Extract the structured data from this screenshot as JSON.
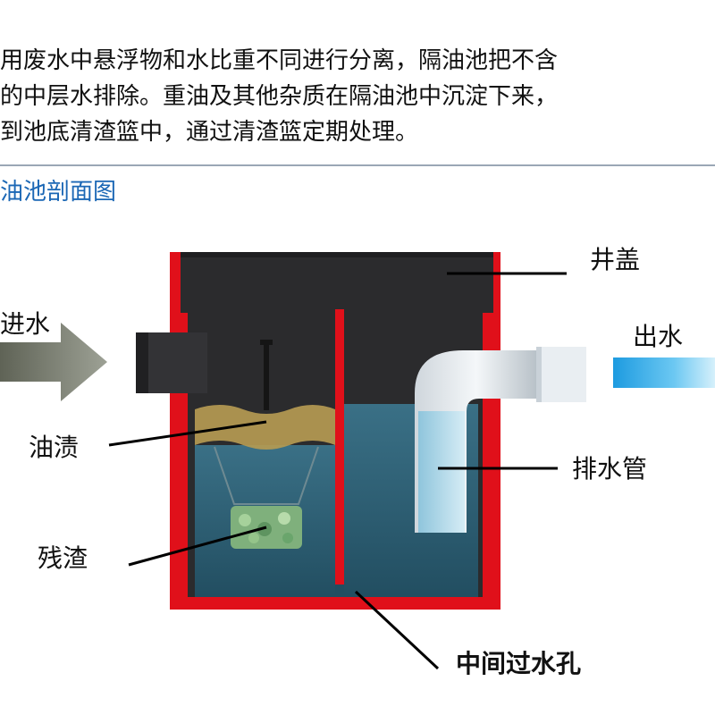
{
  "intro": {
    "lines": [
      "用废水中悬浮物和水比重不同进行分离，隔油池把不含",
      "的中层水排除。重油及其他杂质在隔油池中沉淀下来，",
      "到池底清渣篮中，通过清渣篮定期处理。"
    ]
  },
  "section_title": "油池剖面图",
  "labels": {
    "inlet": "进水",
    "outlet": "出水",
    "cover": "井盖",
    "oil": "油渍",
    "residue": "残渣",
    "drain_pipe": "排水管",
    "middle_hole": "中间过水孔"
  },
  "colors": {
    "title_blue": "#1b67b5",
    "tank_red": "#e0101a",
    "tank_black": "#2b2b2d",
    "water": "#2f6176",
    "oil": "#b59a52",
    "outlet_blue": "#2aa6e6",
    "inlet_gray": "#8a8f84"
  }
}
